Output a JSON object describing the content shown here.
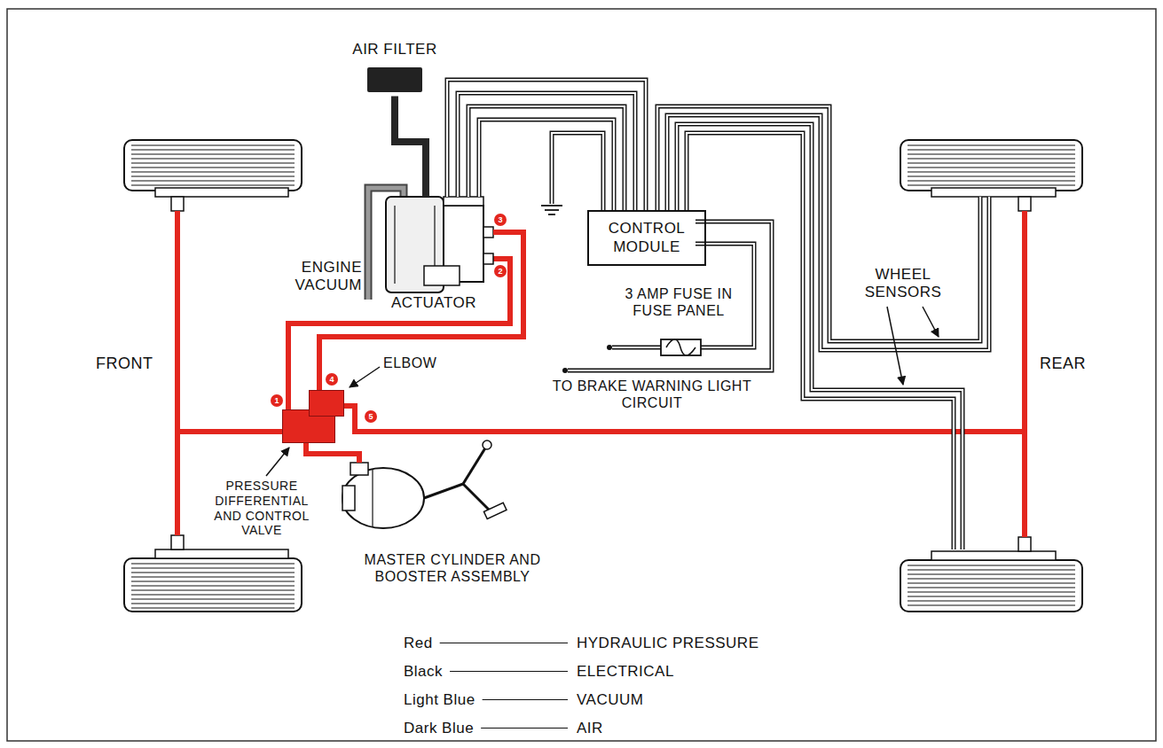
{
  "diagram": {
    "nodes": [
      {
        "text": [
          "AIR FILTER"
        ]
      },
      {
        "text": [
          "ACTUATOR"
        ]
      },
      {
        "text": [
          "CONTROL MODULE"
        ]
      },
      {
        "text": [
          "PRESSURE DIFFERENTIAL AND CONTROL VALVE"
        ]
      },
      {
        "text": [
          "MASTER CYLINDER AND BOOSTER ASSEMBLY"
        ]
      }
    ],
    "edges": [
      {
        "from": 0,
        "to": 1,
        "arrow": "none"
      },
      {
        "from": 2,
        "to": 1,
        "arrow": "none"
      },
      {
        "from": 3,
        "to": 1,
        "arrow": "none"
      },
      {
        "from": 4,
        "to": 3,
        "arrow": "none"
      }
    ],
    "labels": [
      "ENGINE VACUUM",
      "1",
      "2",
      "3",
      "4",
      "5",
      "ELBOW",
      "3 AMP FUSE IN FUSE PANEL",
      "TO BRAKE WARNING LIGHT CIRCUIT",
      "WHEEL SENSORS",
      "FRONT",
      "REAR",
      "Red",
      "Black",
      "Light Blue",
      "Dark Blue"
    ],
    "legend": [
      {
        "text": "HYDRAULIC PRESSURE"
      },
      {
        "text": "ELECTRICAL"
      },
      {
        "text": "VACUUM"
      },
      {
        "text": "AIR"
      }
    ]
  }
}
